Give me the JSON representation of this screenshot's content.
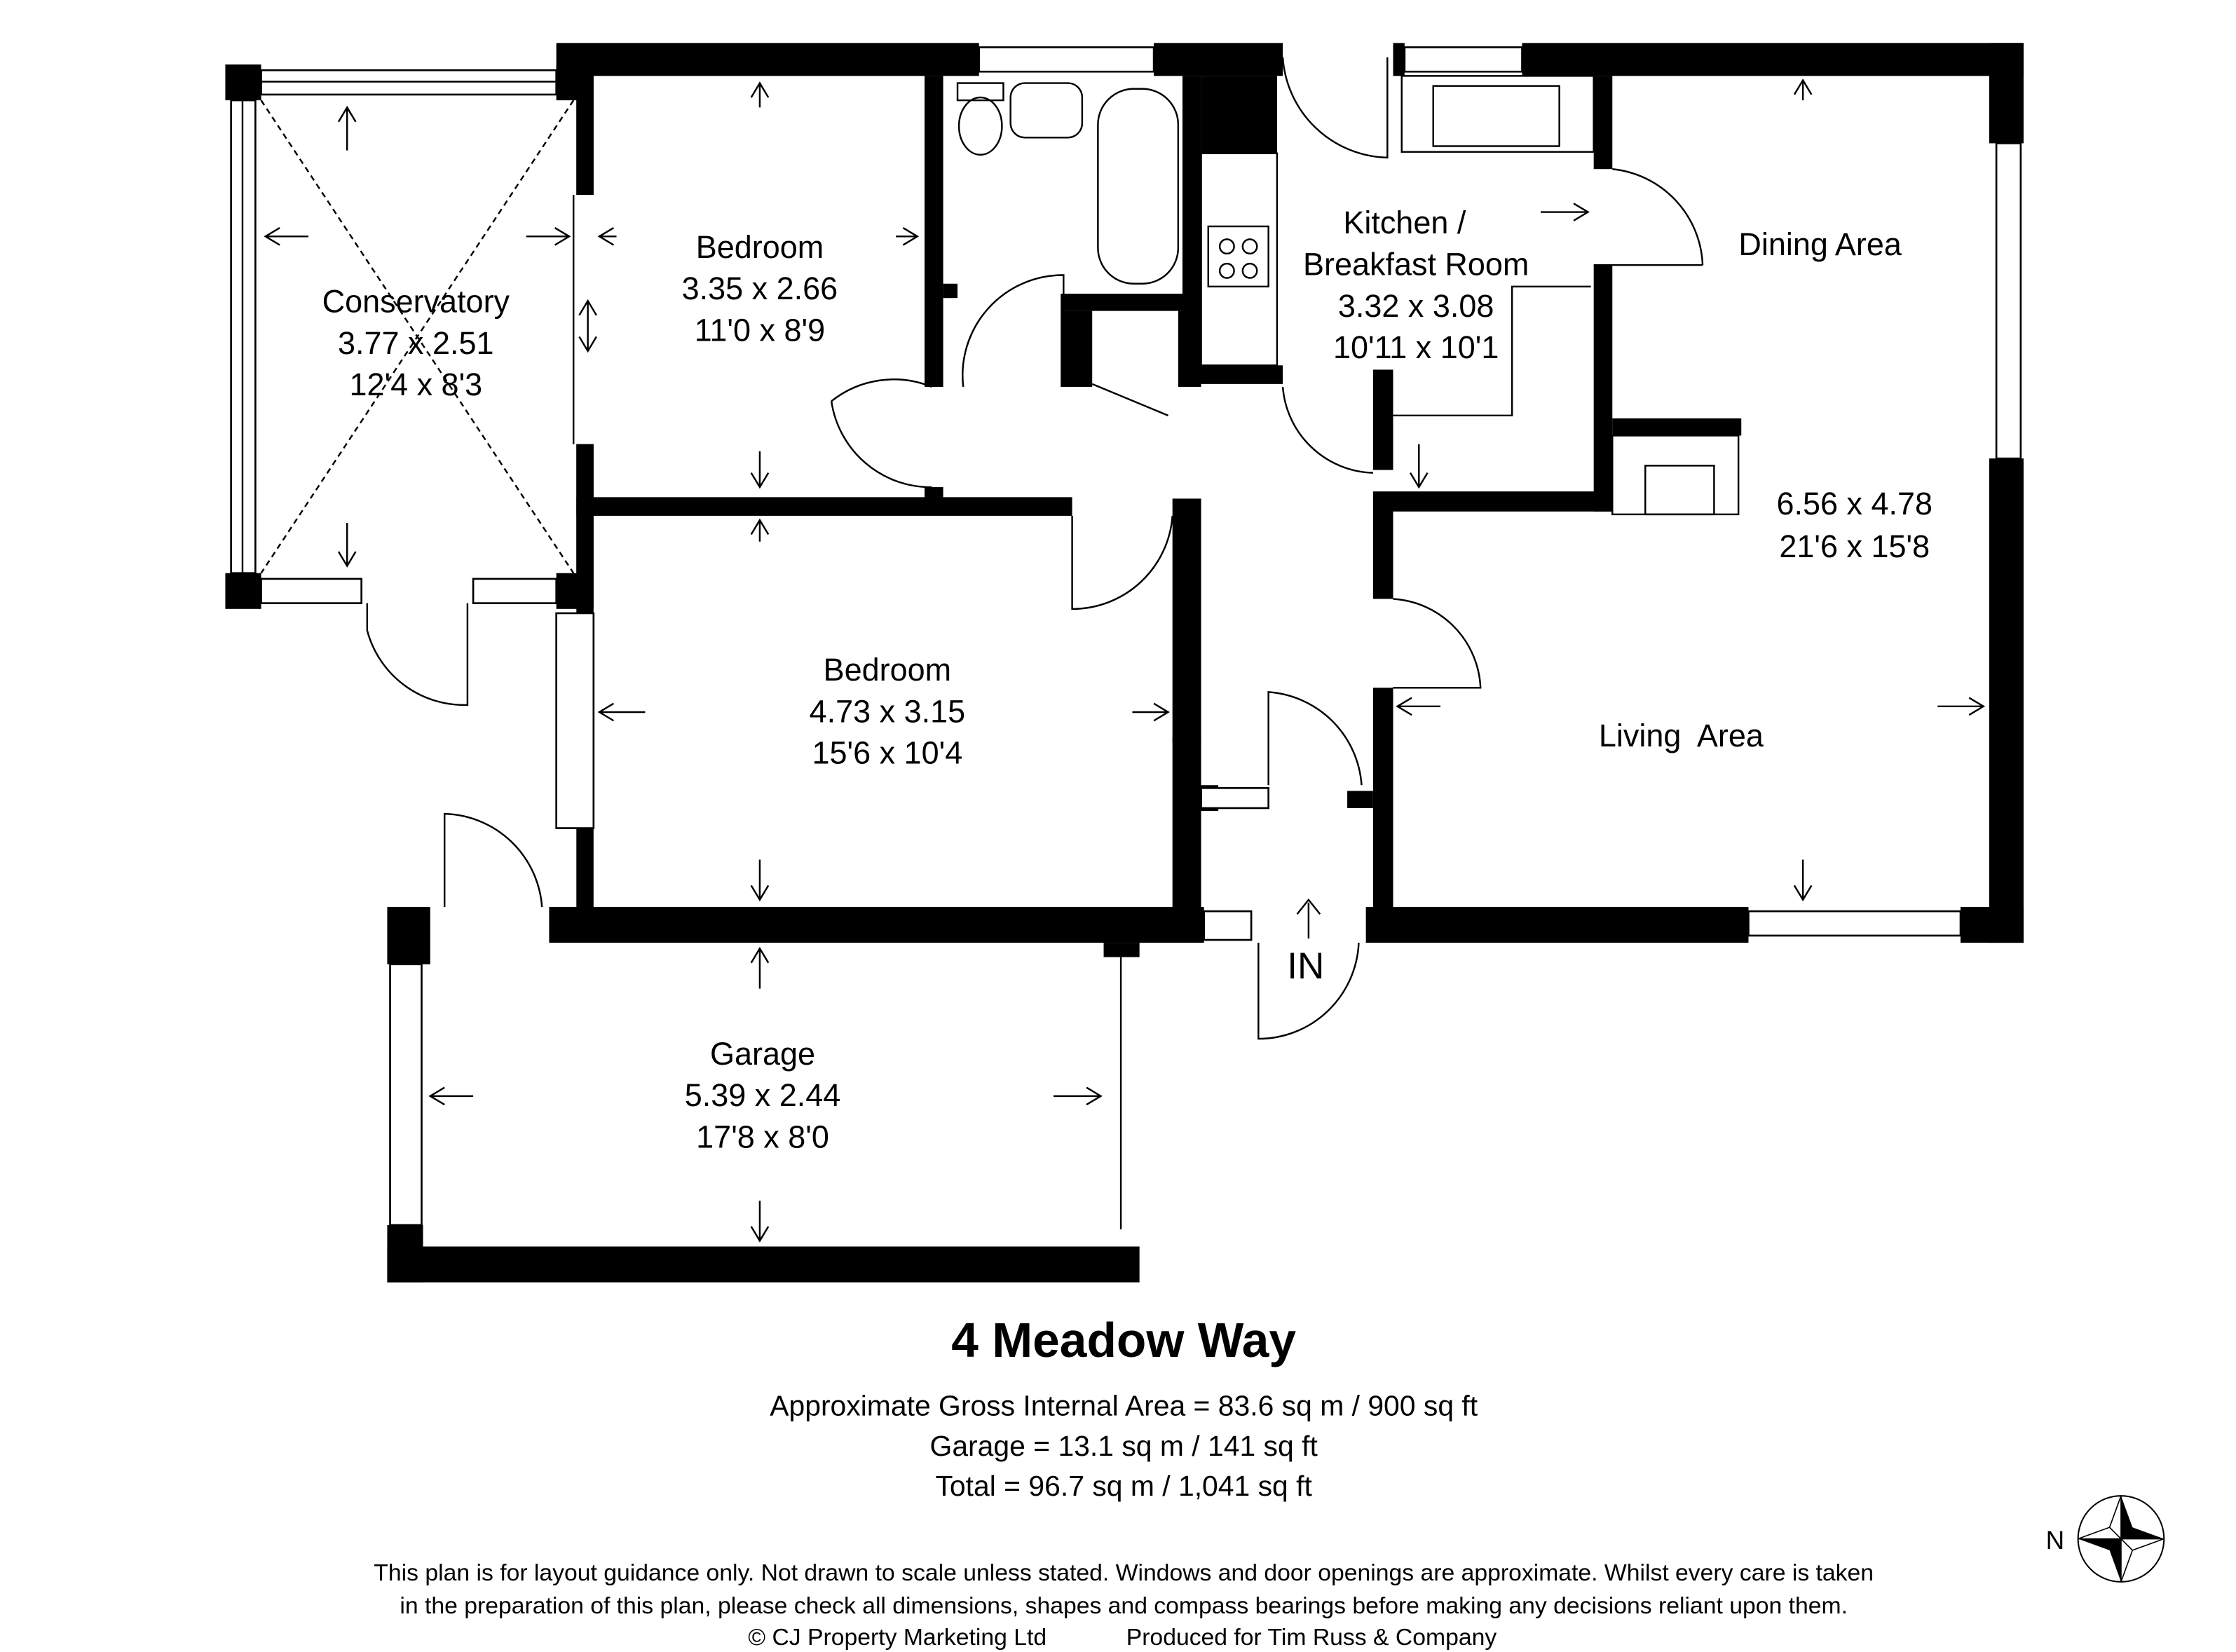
{
  "plan": {
    "rooms": [
      {
        "name": "Conservatory",
        "metric": "3.77 x 2.51",
        "imperial": "12'4 x 8'3"
      },
      {
        "name": "Bedroom",
        "metric": "3.35 x 2.66",
        "imperial": "11'0 x 8'9"
      },
      {
        "name": "Kitchen /",
        "name2": "Breakfast Room",
        "metric": "3.32 x 3.08",
        "imperial": "10'11 x 10'1"
      },
      {
        "name": "Dining Area",
        "name2": "Living  Area",
        "metric": "6.56 x 4.78",
        "imperial": "21'6 x 15'8"
      },
      {
        "name": "Bedroom",
        "metric": "4.73 x 3.15",
        "imperial": "15'6 x 10'4"
      },
      {
        "name": "Garage",
        "metric": "5.39 x 2.44",
        "imperial": "17'8 x 8'0"
      }
    ],
    "entrance_label": "IN",
    "compass_label": "N"
  },
  "title": "4 Meadow Way",
  "areas": [
    "Approximate Gross Internal Area = 83.6 sq m / 900 sq ft",
    "Garage = 13.1 sq m / 141 sq ft",
    "Total = 96.7 sq m / 1,041 sq ft"
  ],
  "disclaimer": [
    "This plan is for layout guidance only. Not drawn to scale unless stated. Windows and door openings are approximate. Whilst every care is taken",
    "in the preparation of this plan, please check all dimensions, shapes and compass bearings before making any decisions reliant upon them."
  ],
  "copyright": "© CJ Property Marketing Ltd",
  "produced_for": "Produced for Tim Russ & Company"
}
